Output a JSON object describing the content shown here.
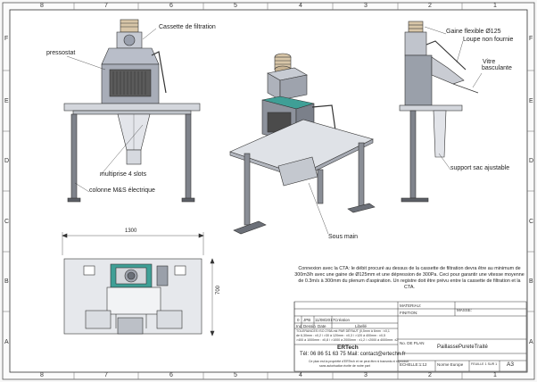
{
  "zones": {
    "columns_top": [
      "8",
      "7",
      "6",
      "5",
      "4",
      "3",
      "2",
      "1"
    ],
    "columns_bottom": [
      "8",
      "7",
      "6",
      "5",
      "4",
      "3",
      "2",
      "1"
    ],
    "rows_left": [
      "F",
      "E",
      "D",
      "C",
      "B",
      "A"
    ],
    "rows_right": [
      "F",
      "E",
      "D",
      "C",
      "B",
      "A"
    ]
  },
  "labels": {
    "cassette": "Cassette de filtration",
    "pressostat": "pressostat",
    "multiprise": "multiprise 4 slots",
    "colonne": "colonne M&S électrique",
    "gaine": "Gaine flexible Ø125",
    "loupe": "Loupe non fournie",
    "vitre": "Vitre",
    "basculante": "basculante",
    "support_sac": "support sac ajustable",
    "sous_main": "Sous main"
  },
  "dimensions": {
    "width": "1300",
    "depth": "700"
  },
  "note": "Connexion avec la CTA: le débit procuré au dessus de la cassette de filtration devra être au minimum de 300m3/h avec une gaine de Ø125mm et une dépression de 300Pa. Ceci pour garantir une vitesse moyenne de 0.3m/s à 300mm du plenum d'aspiration. Un registre doit être prévu entre la cassette de filtration et la CTA.",
  "title_block": {
    "materiau": "MATERIAU:",
    "finition": "FINITION:",
    "masse": "MASSE:",
    "rev": "0",
    "author": "JPB",
    "date": "11/08/2017",
    "desc": "Création",
    "col_ind": "Ind",
    "col_dess": "Dessin",
    "col_date": "Date",
    "col_libelle": "Libellé",
    "tol1": "TOLERANCES ISO 2768-mk PAR DÉFAUT (0,5mm à 6mm : ±0,1",
    "tol2": "de 6,30mm : ±0,2 / >30 à 120mm : ±0,3 / >120 à 400mm : ±0,5",
    "tol3": ">400 à 1000mm : ±0,8 / >1000 à 2000mm : ±1,2 / >2000 à 4000mm: ±2",
    "company": "ERTech",
    "contact": "Tél: 06 86 51 63 75 Mail: contact@ertechn.fr",
    "legal1": "Ce plan est la propriété d'ERTech et ne peut être ni transmis ni reproduit",
    "legal2": "sans autorisation écrite de notre part",
    "no_dessin": "No. DE PLAN",
    "title": "PaillassePureteTraité",
    "echelle": "ECHELLE:1:12",
    "norme": "Norme Europe",
    "feuille": "FEUILLE 1 SUR 1",
    "format": "A3"
  }
}
